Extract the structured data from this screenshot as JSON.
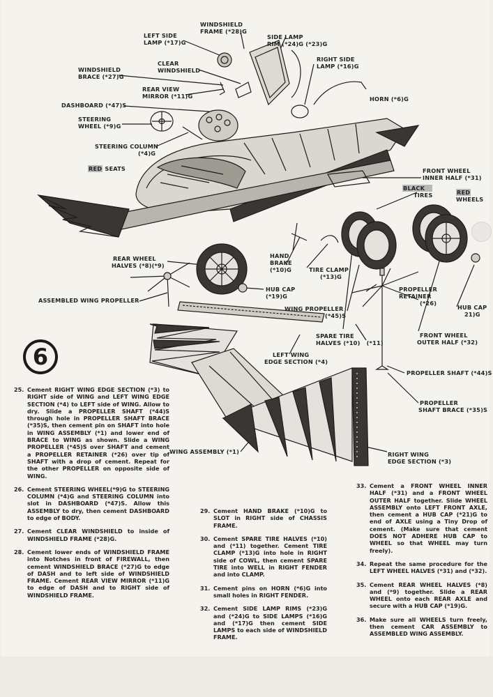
{
  "step_number": "6",
  "labels": {
    "left_side_lamp": [
      "LEFT SIDE",
      "LAMP (*17)G"
    ],
    "windshield_frame": [
      "WINDSHIELD",
      "FRAME (*28)G"
    ],
    "side_lamp_rim": [
      "SIDE LAMP",
      "RIM (*24)G (*23)G"
    ],
    "right_side_lamp": [
      "RIGHT SIDE",
      "LAMP (*16)G"
    ],
    "windshield_brace": [
      "WINDSHIELD",
      "BRACE (*27)G"
    ],
    "clear_windshield": [
      "CLEAR",
      "WINDSHIELD"
    ],
    "rear_view_mirror": [
      "REAR VIEW",
      "MIRROR (*11)G"
    ],
    "horn": "HORN (*6)G",
    "dashboard": "DASHBOARD (*47)S",
    "steering_wheel": [
      "STEERING",
      "WHEEL (*9)G"
    ],
    "steering_column": [
      "STEERING  COLUMN",
      "(*4)G"
    ],
    "red_seats": [
      "RED",
      "SEATS"
    ],
    "front_wheel_inner": [
      "FRONT WHEEL",
      "INNER HALF (*31)"
    ],
    "black_tires": [
      "BLACK",
      "TIRES"
    ],
    "red_wheels": [
      "RED",
      "WHEELS"
    ],
    "rear_wheel_halves": [
      "REAR WHEEL",
      "HALVES (*8)(*9)"
    ],
    "hand_brake": [
      "HAND",
      "BRAKE",
      "(*10)G"
    ],
    "tire_clamp": [
      "TIRE CLAMP",
      "(*13)G"
    ],
    "hub_cap_19": [
      "HUB CAP",
      "(*19)G"
    ],
    "propeller_retainer": [
      "PROPELLER",
      "RETAINER",
      "(*26)"
    ],
    "hub_cap_21": [
      "HUB CAP",
      "21)G"
    ],
    "assembled_wing_propeller": "ASSEMBLED WING PROPELLER",
    "wing_propeller": [
      "WING PROPELLER",
      "(*45)S"
    ],
    "spare_tire_halves": [
      "SPARE TIRE",
      "HALVES (*10)",
      "(*11)"
    ],
    "front_wheel_outer": [
      "FRONT WHEEL",
      "OUTER HALF (*32)"
    ],
    "left_wing_edge": [
      "LEFT  WING",
      "EDGE SECTION (*4)"
    ],
    "propeller_shaft": "PROPELLER SHAFT (*44)S",
    "propeller_shaft_brace": [
      "PROPELLER",
      "SHAFT BRACE (*35)S"
    ],
    "wing_assembly": "WING ASSEMBLY (*1)",
    "right_wing_edge": [
      "RIGHT WING",
      "EDGE SECTION (*3)"
    ]
  },
  "steps": [
    {
      "n": "25.",
      "text": "Cement RIGHT WING EDGE SECTION (*3) to RIGHT side of WING and LEFT WING EDGE SECTION (*4) to LEFT side of WING. Allow to dry. Slide a PROPELLER SHAFT (*44)S through hole in PROPELLER SHAFT BRACE (*35)S, then cement pin on SHAFT into hole in WING ASSEMBLY (*1) and lower end of BRACE to WING as shown. Slide a WING PROPELLER (*45)S over SHAFT and cement a PROPELLER RETAINER (*26) over tip of SHAFT with a drop of cement. Repeat for the other PROPELLER on opposite side of WING."
    },
    {
      "n": "26.",
      "text": "Cement STEERING WHEEL(*9)G to STEERING COLUMN (*4)G and STEERING COLUMN into slot in DASHBOARD (*47)S. Allow this ASSEMBLY to dry, then cement DASHBOARD to edge of BODY."
    },
    {
      "n": "27.",
      "text": "Cement CLEAR WINDSHIELD to inside of WINDSHIELD FRAME (*28)G."
    },
    {
      "n": "28.",
      "text": "Cement lower ends of WINDSHIELD FRAME into Notches in front of FIREWALL, then cement WINDSHIELD BRACE (*27)G to edge of DASH and to left side of WINDSHIELD FRAME. Cement REAR VIEW MIRROR (*11)G to edge of DASH and to RIGHT side of WINDSHIELD FRAME."
    },
    {
      "n": "29.",
      "text": "Cement HAND BRAKE (*10)G to SLOT in RIGHT side of CHASSIS FRAME."
    },
    {
      "n": "30.",
      "text": "Cement SPARE TIRE HALVES (*10) and (*11) together. Cement TIRE CLAMP (*13)G into hole in RIGHT side of COWL, then cement SPARE TIRE into WELL in RIGHT FENDER and into CLAMP."
    },
    {
      "n": "31.",
      "text": "Cement pins on HORN (*6)G into small holes in RIGHT FENDER."
    },
    {
      "n": "32.",
      "text": "Cement SIDE LAMP RIMS (*23)G and (*24)G to SIDE LAMPS (*16)G and (*17)G then cement SIDE LAMPS to each side of WINDSHIELD FRAME."
    },
    {
      "n": "33.",
      "text": "Cement a FRONT WHEEL INNER HALF (*31) and a FRONT WHEEL OUTER HALF together. Slide WHEEL ASSEMBLY onto LEFT FRONT AXLE, then cement a HUB CAP (*21)G to end of AXLE using a Tiny Drop of cement. (Make sure that cement DOES NOT ADHERE HUB CAP to WHEEL so that WHEEL may turn freely)."
    },
    {
      "n": "34.",
      "text": "Repeat the same procedure for the LEFT WHEEL HALVES (*31) and (*32)."
    },
    {
      "n": "35.",
      "text": "Cement REAR WHEEL HALVES (*8) and (*9) together. Slide a REAR WHEEL onto each REAR AXLE and secure with a HUB CAP (*19)G."
    },
    {
      "n": "36.",
      "text": "Make sure all WHEELS turn freely, then cement CAR ASSEMBLY to ASSEMBLED WING ASSEMBLY."
    }
  ]
}
